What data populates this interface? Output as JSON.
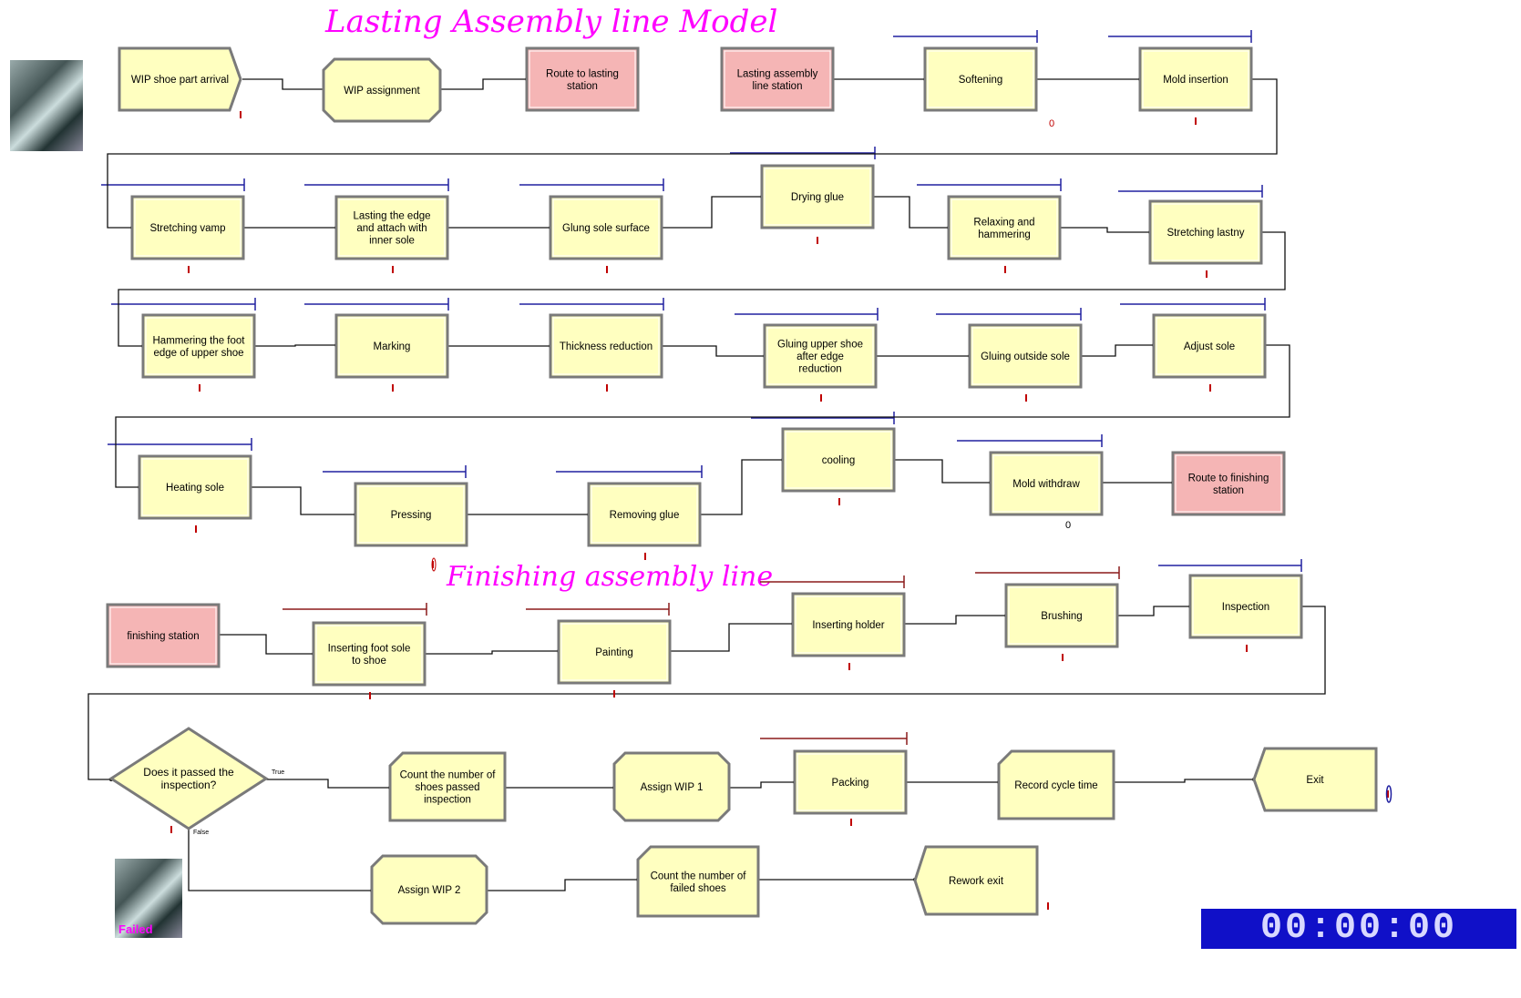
{
  "titles": {
    "lasting": "Lasting Assembly line Model",
    "finishing": "Finishing assembly line"
  },
  "clock": "00:00:00",
  "failed_label": "Failed",
  "colors": {
    "module_fill": "#ffffc0",
    "route_fill": "#f5b5b5",
    "module_border": "#7a7a7a",
    "lasting_resource": "#2020a0",
    "finishing_resource": "#8b1a1a",
    "counter": "#c00000",
    "title": "#ff00ff",
    "clock_bg": "#1010c8"
  },
  "decision_labels": {
    "true": "True",
    "false": "False"
  },
  "counters": {
    "softening": "0",
    "mold_withdraw": "0"
  },
  "modules": [
    {
      "id": "m1",
      "label": "WIP shoe part arrival",
      "type": "create"
    },
    {
      "id": "m2",
      "label": "WIP assignment",
      "type": "assign"
    },
    {
      "id": "m3",
      "label": "Route to lasting station",
      "type": "route"
    },
    {
      "id": "m4",
      "label": "Lasting assembly line station",
      "type": "route"
    },
    {
      "id": "m5",
      "label": "Softening",
      "type": "process"
    },
    {
      "id": "m6",
      "label": "Mold insertion",
      "type": "process"
    },
    {
      "id": "m7",
      "label": "Stretching vamp",
      "type": "process"
    },
    {
      "id": "m8",
      "label": "Lasting the edge and attach with inner sole",
      "type": "process"
    },
    {
      "id": "m9",
      "label": "Glung sole surface",
      "type": "process"
    },
    {
      "id": "m10",
      "label": "Drying glue",
      "type": "process"
    },
    {
      "id": "m11",
      "label": "Relaxing and hammering",
      "type": "process"
    },
    {
      "id": "m12",
      "label": "Stretching lastny",
      "type": "process"
    },
    {
      "id": "m13",
      "label": "Hammering the foot edge of upper shoe",
      "type": "process"
    },
    {
      "id": "m14",
      "label": "Marking",
      "type": "process"
    },
    {
      "id": "m15",
      "label": "Thickness reduction",
      "type": "process"
    },
    {
      "id": "m16",
      "label": "Gluing upper shoe after edge reduction",
      "type": "process"
    },
    {
      "id": "m17",
      "label": "Gluing outside sole",
      "type": "process"
    },
    {
      "id": "m18",
      "label": "Adjust sole",
      "type": "process"
    },
    {
      "id": "m19",
      "label": "Heating sole",
      "type": "process"
    },
    {
      "id": "m20",
      "label": "Pressing",
      "type": "process"
    },
    {
      "id": "m21",
      "label": "Removing glue",
      "type": "process"
    },
    {
      "id": "m22",
      "label": "cooling",
      "type": "process"
    },
    {
      "id": "m23",
      "label": "Mold withdraw",
      "type": "process"
    },
    {
      "id": "m24",
      "label": "Route to finishing station",
      "type": "route"
    },
    {
      "id": "m25",
      "label": "finishing station",
      "type": "route"
    },
    {
      "id": "m26",
      "label": "Inserting foot sole to shoe",
      "type": "process"
    },
    {
      "id": "m27",
      "label": "Painting",
      "type": "process"
    },
    {
      "id": "m28",
      "label": "Inserting holder",
      "type": "process"
    },
    {
      "id": "m29",
      "label": "Brushing",
      "type": "process"
    },
    {
      "id": "m30",
      "label": "Inspection",
      "type": "process"
    },
    {
      "id": "m31",
      "label": "Does it passed the inspection?",
      "type": "decide"
    },
    {
      "id": "m32",
      "label": "Count the number of shoes passed inspection",
      "type": "record"
    },
    {
      "id": "m33",
      "label": "Assign WIP 1",
      "type": "assign"
    },
    {
      "id": "m34",
      "label": "Packing",
      "type": "process"
    },
    {
      "id": "m35",
      "label": "Record cycle time",
      "type": "record"
    },
    {
      "id": "m36",
      "label": "Exit",
      "type": "dispose"
    },
    {
      "id": "m37",
      "label": "Assign WIP 2",
      "type": "assign"
    },
    {
      "id": "m38",
      "label": "Count the number of failed shoes",
      "type": "record"
    },
    {
      "id": "m39",
      "label": "Rework exit",
      "type": "dispose"
    }
  ]
}
